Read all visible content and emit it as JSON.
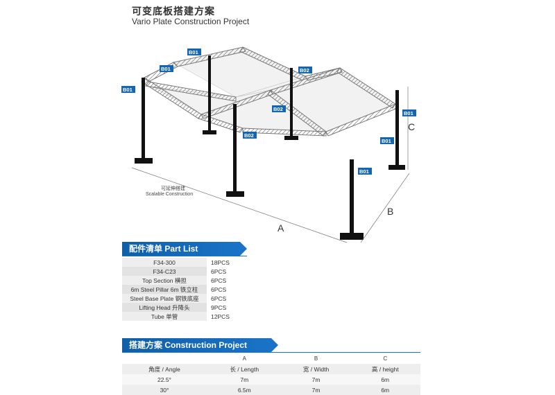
{
  "header": {
    "title": "可变底板搭建方案",
    "subtitle": "Vario Plate Construction Project"
  },
  "diagram": {
    "labels": {
      "b01": "B01",
      "b02": "B02",
      "dim_a": "A",
      "dim_b": "B",
      "dim_c": "C",
      "scalable_cn": "可延伸搭建",
      "scalable_en": "Scalable Construction"
    },
    "colors": {
      "badge": "#1466b0",
      "pillar": "#111111",
      "truss": "#9a9a9a"
    }
  },
  "parts": {
    "title": "配件清单 Part List",
    "rows": [
      {
        "name": "F34-300",
        "qty": "18PCS"
      },
      {
        "name": "F34-C23",
        "qty": "6PCS"
      },
      {
        "name": "Top Section 横担",
        "qty": "6PCS"
      },
      {
        "name": "6m Steel Pillar 6m 铁立柱",
        "qty": "6PCS"
      },
      {
        "name": "Steel Base Plate 钢铁底座",
        "qty": "6PCS"
      },
      {
        "name": "Lifting Head 升降头",
        "qty": "9PCS"
      },
      {
        "name": "Tube 单管",
        "qty": "12PCS"
      }
    ]
  },
  "build": {
    "title": "搭建方案 Construction Project",
    "columns": [
      "",
      "A",
      "B",
      "C"
    ],
    "rows": [
      [
        "角度 / Angle",
        "长 / Length",
        "宽 / Width",
        "高 / height"
      ],
      [
        "22.5°",
        "7m",
        "7m",
        "6m"
      ],
      [
        "30°",
        "6.5m",
        "7m",
        "6m"
      ]
    ]
  }
}
